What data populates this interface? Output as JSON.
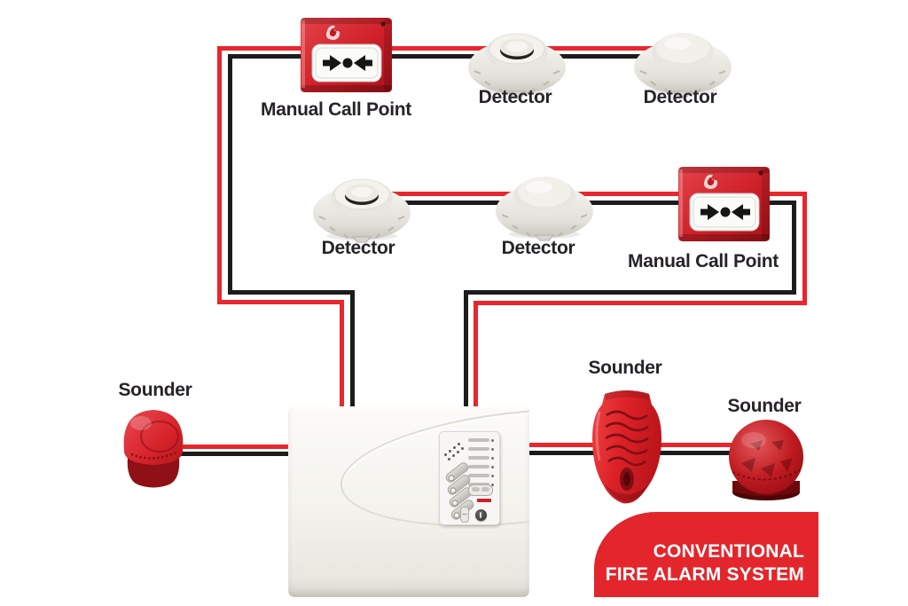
{
  "diagram_title": "Conventional Fire Alarm System wiring diagram",
  "labels": {
    "manual_call_point_1": "Manual Call Point",
    "detector_1": "Detector",
    "detector_2": "Detector",
    "detector_3": "Detector",
    "detector_4": "Detector",
    "manual_call_point_2": "Manual Call Point",
    "sounder_left": "Sounder",
    "sounder_wall": "Sounder",
    "sounder_beacon": "Sounder"
  },
  "badge": {
    "line1": "CONVENTIONAL",
    "line2": "FIRE ALARM SYSTEM"
  },
  "colors": {
    "wire_red": "#e8262d",
    "wire_black": "#1c1c1c",
    "device_red": "#d2232a",
    "badge_red": "#e2262c",
    "panel_cream": "#f1f0ea",
    "label_text": "#272329"
  }
}
